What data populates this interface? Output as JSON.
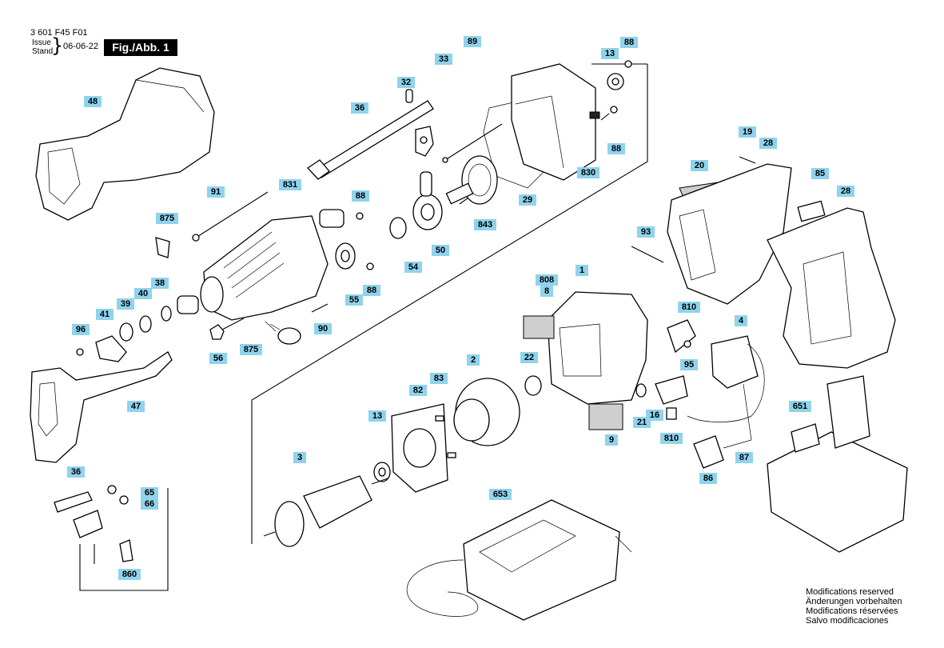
{
  "header": {
    "doc_number": "3 601 F45 F01",
    "issue_label": "Issue",
    "stand_label": "Stand",
    "brace": "}",
    "date": "06-06-22",
    "figure_label": "Fig./Abb. 1"
  },
  "labels": [
    "48",
    "32",
    "33",
    "89",
    "88",
    "13",
    "36",
    "88",
    "830",
    "91",
    "831",
    "88",
    "29",
    "875",
    "843",
    "19",
    "28",
    "20",
    "85",
    "28",
    "93",
    "54",
    "50",
    "38",
    "55",
    "88",
    "40",
    "39",
    "41",
    "96",
    "90",
    "875",
    "56",
    "47",
    "1",
    "808",
    "8",
    "810",
    "4",
    "22",
    "95",
    "2",
    "83",
    "82",
    "13",
    "21",
    "16",
    "9",
    "810",
    "87",
    "651",
    "3",
    "86",
    "36",
    "65",
    "66",
    "860",
    "653"
  ],
  "notes": [
    "Modifications reserved",
    "Änderungen vorbehalten",
    "Modifications réservées",
    "Salvo modificaciones"
  ]
}
